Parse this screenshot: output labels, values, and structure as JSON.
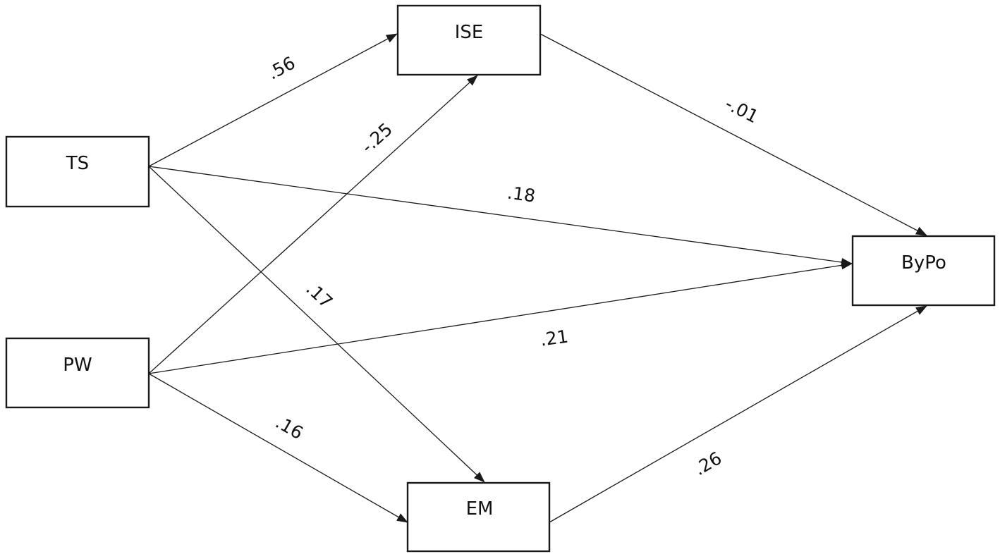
{
  "nodes": {
    "TS": "TS",
    "PW": "PW",
    "ISE": "ISE",
    "EM": "EM",
    "ByPo": "ByPo"
  },
  "edges": [
    {
      "from": "TS",
      "to": "ISE",
      "label": ".56"
    },
    {
      "from": "PW",
      "to": "ISE",
      "label": "-.25"
    },
    {
      "from": "ISE",
      "to": "ByPo",
      "label": "-.01"
    },
    {
      "from": "TS",
      "to": "ByPo",
      "label": ".18"
    },
    {
      "from": "TS",
      "to": "EM",
      "label": ".17"
    },
    {
      "from": "PW",
      "to": "ByPo",
      "label": ".21"
    },
    {
      "from": "PW",
      "to": "EM",
      "label": ".16"
    },
    {
      "from": "EM",
      "to": "ByPo",
      "label": ".26"
    }
  ],
  "colors": {
    "stroke": "#1a1a1a",
    "background": "#ffffff"
  }
}
